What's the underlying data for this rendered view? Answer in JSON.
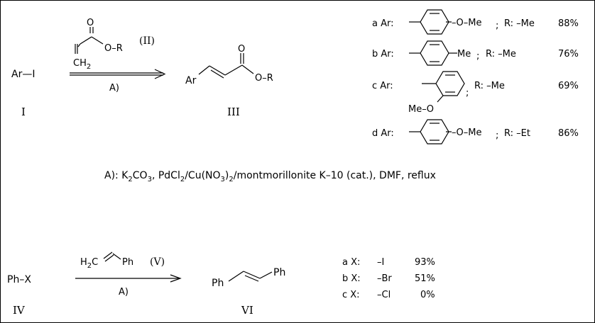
{
  "reaction1": {
    "reactant_label": "Ar—I",
    "reactant_numeral": "I",
    "reagent_ester_O": "O",
    "reagent_ester_OR": "O–R",
    "reagent_CH": "CH",
    "reagent_CH_sub": "2",
    "reagent_numeral": "(II)",
    "conditions_ref": "A)",
    "product_Ar": "Ar",
    "product_O": "O",
    "product_OR": "O–R",
    "product_numeral": "III"
  },
  "substituent_table": {
    "rows": [
      {
        "entry": "a Ar:",
        "group": "–O–Me",
        "sep": ";",
        "r": "R: –Me",
        "yield": "88%"
      },
      {
        "entry": "b Ar:",
        "group": "Me",
        "sep": ";",
        "r": "R: –Me",
        "yield": "76%"
      },
      {
        "entry": "c Ar:",
        "group": "Me–O",
        "sep": ";",
        "r": "R: –Me",
        "yield": "69%"
      },
      {
        "entry": "d Ar:",
        "group": "–O–Me",
        "sep": ";",
        "r": "R: –Et",
        "yield": "86%"
      }
    ]
  },
  "conditions_A": {
    "prefix": "A): K",
    "parts": [
      {
        "t": "A): K"
      },
      {
        "s": "2"
      },
      {
        "t": "CO"
      },
      {
        "s": "3"
      },
      {
        "t": ",  PdCl"
      },
      {
        "s": "2"
      },
      {
        "t": "/Cu(NO"
      },
      {
        "s": "3"
      },
      {
        "t": ")"
      },
      {
        "s": "2"
      },
      {
        "t": "/montmorillonite K–10 (cat.),  DMF,  reflux"
      }
    ]
  },
  "reaction2": {
    "reactant_label": "Ph–X",
    "reactant_numeral": "IV",
    "reagent_H": "H",
    "reagent_H_sub": "2",
    "reagent_C": "C",
    "reagent_Ph": "Ph",
    "reagent_numeral": "(V)",
    "conditions_ref": "A)",
    "product_Ph_left": "Ph",
    "product_Ph_right": "Ph",
    "product_numeral": "VI"
  },
  "halide_table": {
    "rows": [
      {
        "entry": "a X:",
        "group": "–I",
        "yield": "93%"
      },
      {
        "entry": "b X:",
        "group": "–Br",
        "yield": "51%"
      },
      {
        "entry": "c X:",
        "group": "–Cl",
        "yield": "0%"
      }
    ]
  }
}
